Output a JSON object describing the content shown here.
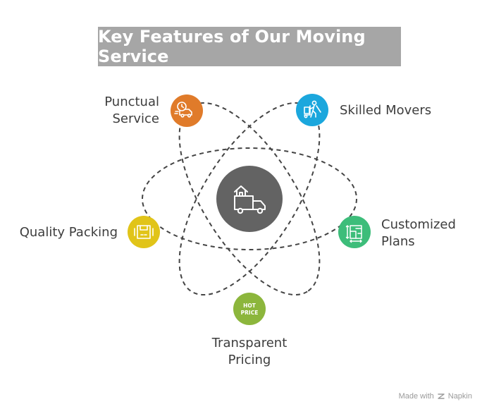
{
  "title": "Key Features of Our Moving Service",
  "center": {
    "icon": "truck-with-house-icon"
  },
  "features": [
    {
      "id": "punctual-service",
      "lines": [
        "Punctual",
        "Service"
      ],
      "color": "#e07b2a",
      "icon": "delivery-truck-clock-icon"
    },
    {
      "id": "skilled-movers",
      "lines": [
        "Skilled Movers"
      ],
      "color": "#1ba7dd",
      "icon": "mover-with-dolly-icon"
    },
    {
      "id": "customized-plans",
      "lines": [
        "Customized",
        "Plans"
      ],
      "color": "#3dbd7a",
      "icon": "floor-plan-icon"
    },
    {
      "id": "transparent-pricing",
      "lines": [
        "Transparent",
        "Pricing"
      ],
      "color": "#8cb63c",
      "icon": "hot-price-icon",
      "icon_text": [
        "HOT",
        "PRICE"
      ]
    },
    {
      "id": "quality-packing",
      "lines": [
        "Quality Packing"
      ],
      "color": "#e1c419",
      "icon": "packed-box-icon"
    }
  ],
  "footer": {
    "prefix": "Made with",
    "brand": "Napkin",
    "icon": "napkin-logo-icon"
  }
}
